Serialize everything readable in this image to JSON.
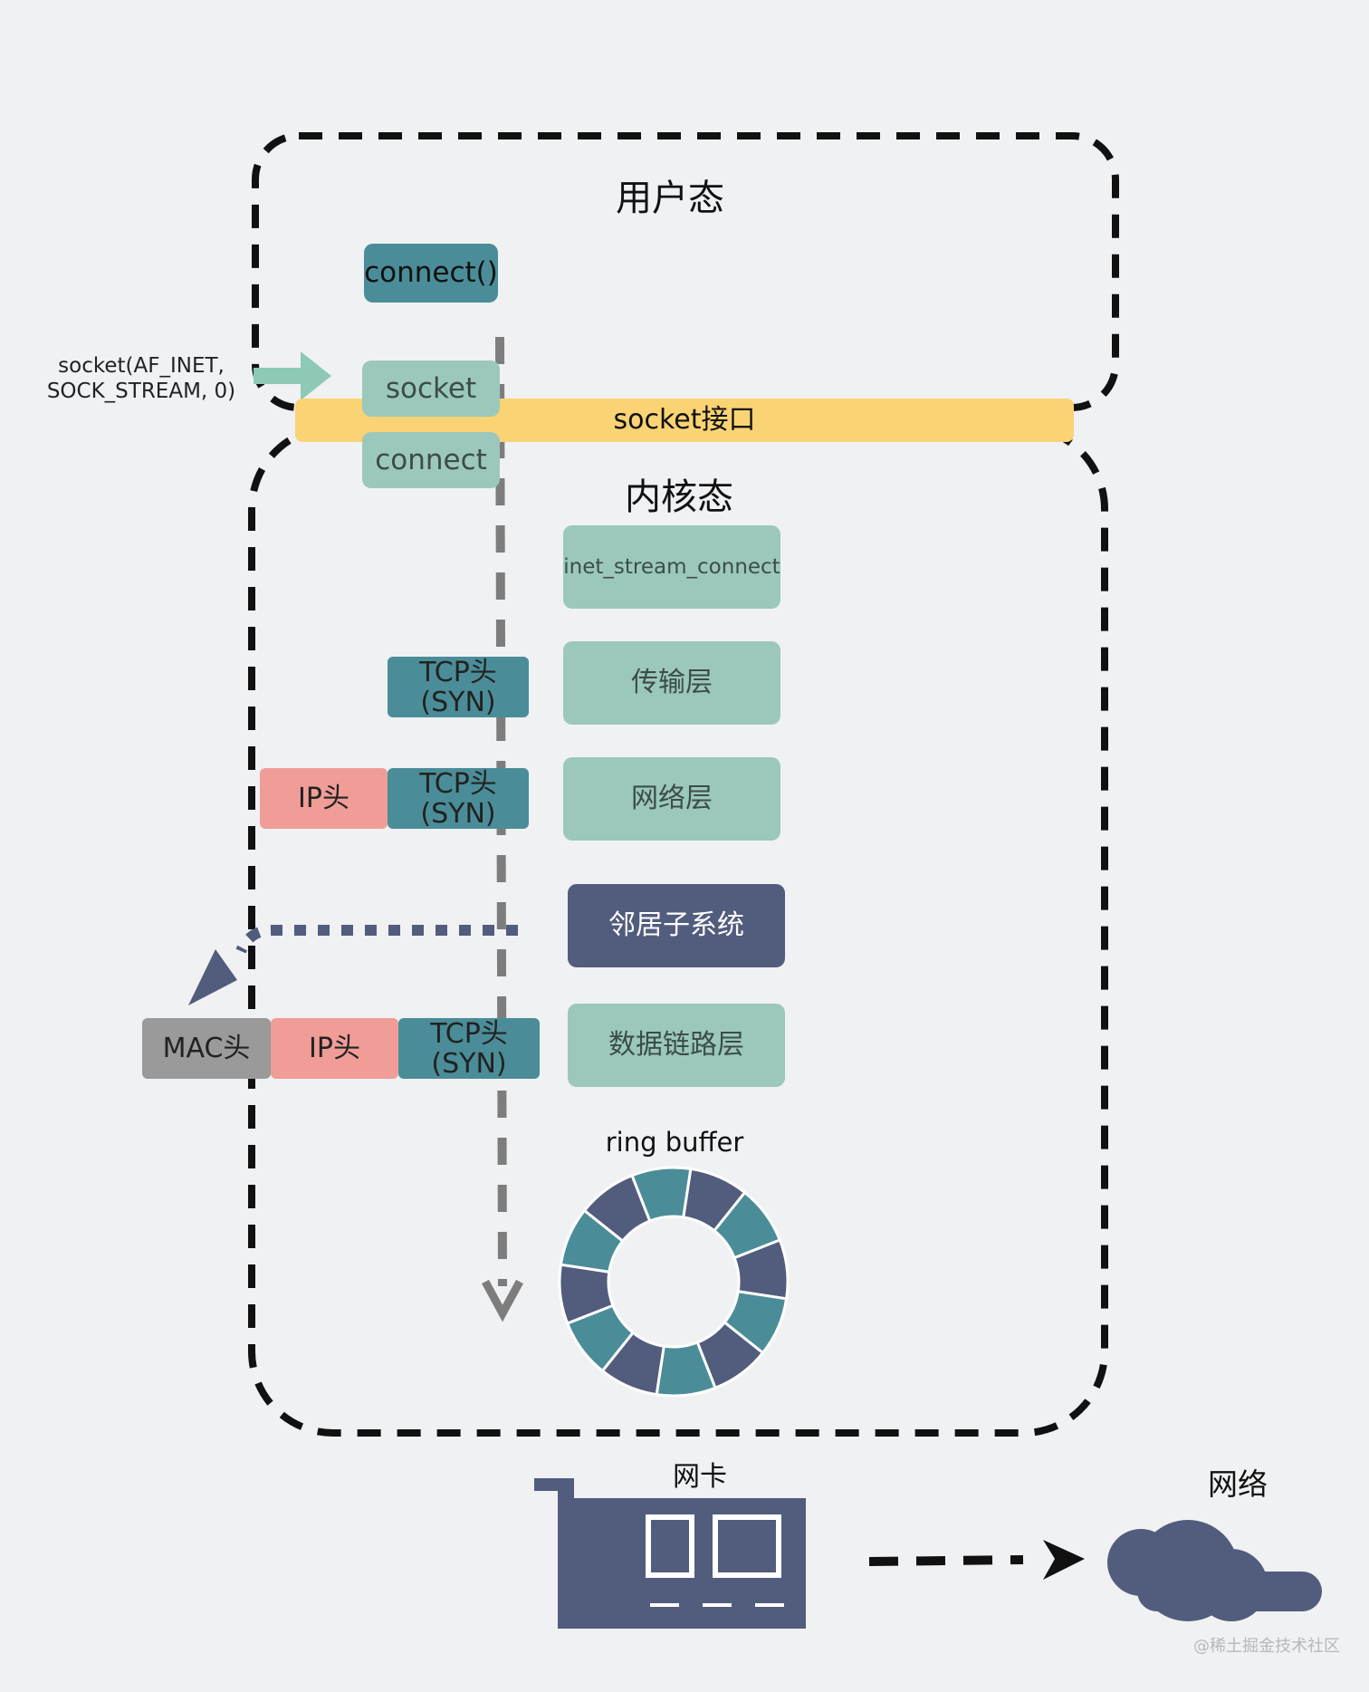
{
  "diagram": {
    "user_space_label": "用户态",
    "kernel_space_label": "内核态",
    "socket_call_label_line1": "socket(AF_INET,",
    "socket_call_label_line2": "SOCK_STREAM, 0)",
    "connect_call": "connect()",
    "socket_box": "socket",
    "connect_box": "connect",
    "socket_interface": "socket接口",
    "inet_stream_connect": "inet_stream_connect",
    "transport_layer": "传输层",
    "network_layer": "网络层",
    "neighbor_subsystem": "邻居子系统",
    "data_link_layer": "数据链路层",
    "tcp_header_line1": "TCP头",
    "tcp_header_line2": "(SYN)",
    "ip_header": "IP头",
    "mac_header": "MAC头",
    "ring_buffer_label": "ring buffer",
    "nic_label": "网卡",
    "network_label": "网络",
    "watermark": "@稀土掘金技术社区"
  },
  "colors": {
    "background": "#eff1f3",
    "teal_dark": "#4a8d98",
    "teal_light": "#9cc8bc",
    "slate": "#525c7d",
    "pink": "#f09c97",
    "grey": "#9a9a9a",
    "yellow": "#f9d374"
  },
  "icons": [
    "right-arrow-icon",
    "down-arrow-icon",
    "network-card-icon",
    "cloud-icon",
    "ring-buffer-icon"
  ]
}
